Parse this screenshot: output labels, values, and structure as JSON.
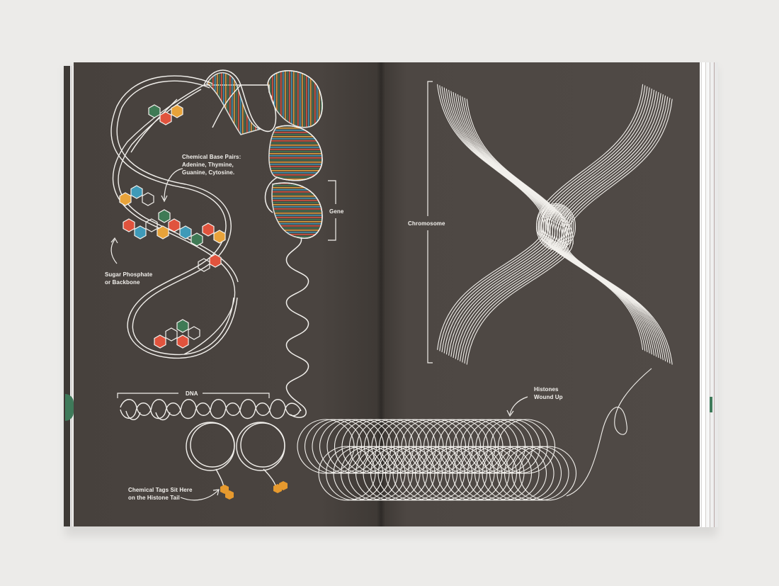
{
  "book": {
    "type": "open-book-spread",
    "background_color": "#ecebe9",
    "page_color": "#4a4440",
    "line_color": "#f2f0ec"
  },
  "labels": {
    "base_pairs": [
      "Chemical Base Pairs:",
      "Adenine, Thymine,",
      "Guanine, Cytosine."
    ],
    "backbone": [
      "Sugar Phosphate",
      "or Backbone"
    ],
    "gene": "Gene",
    "dna": "DNA",
    "chromosome": "Chromosome",
    "histones": [
      "Histones",
      "Wound Up"
    ],
    "chemical_tags": [
      "Chemical Tags Sit Here",
      "on the Histone Tail"
    ]
  },
  "colors": {
    "adenine_orange": "#e8a33a",
    "thymine_blue": "#3f9ab8",
    "guanine_green": "#3f7a55",
    "cytosine_red": "#e0533d",
    "tag_orange": "#e79a2e"
  },
  "icons": [
    "hexagon-base-icon",
    "arrow-curved-icon",
    "bracket-icon"
  ]
}
